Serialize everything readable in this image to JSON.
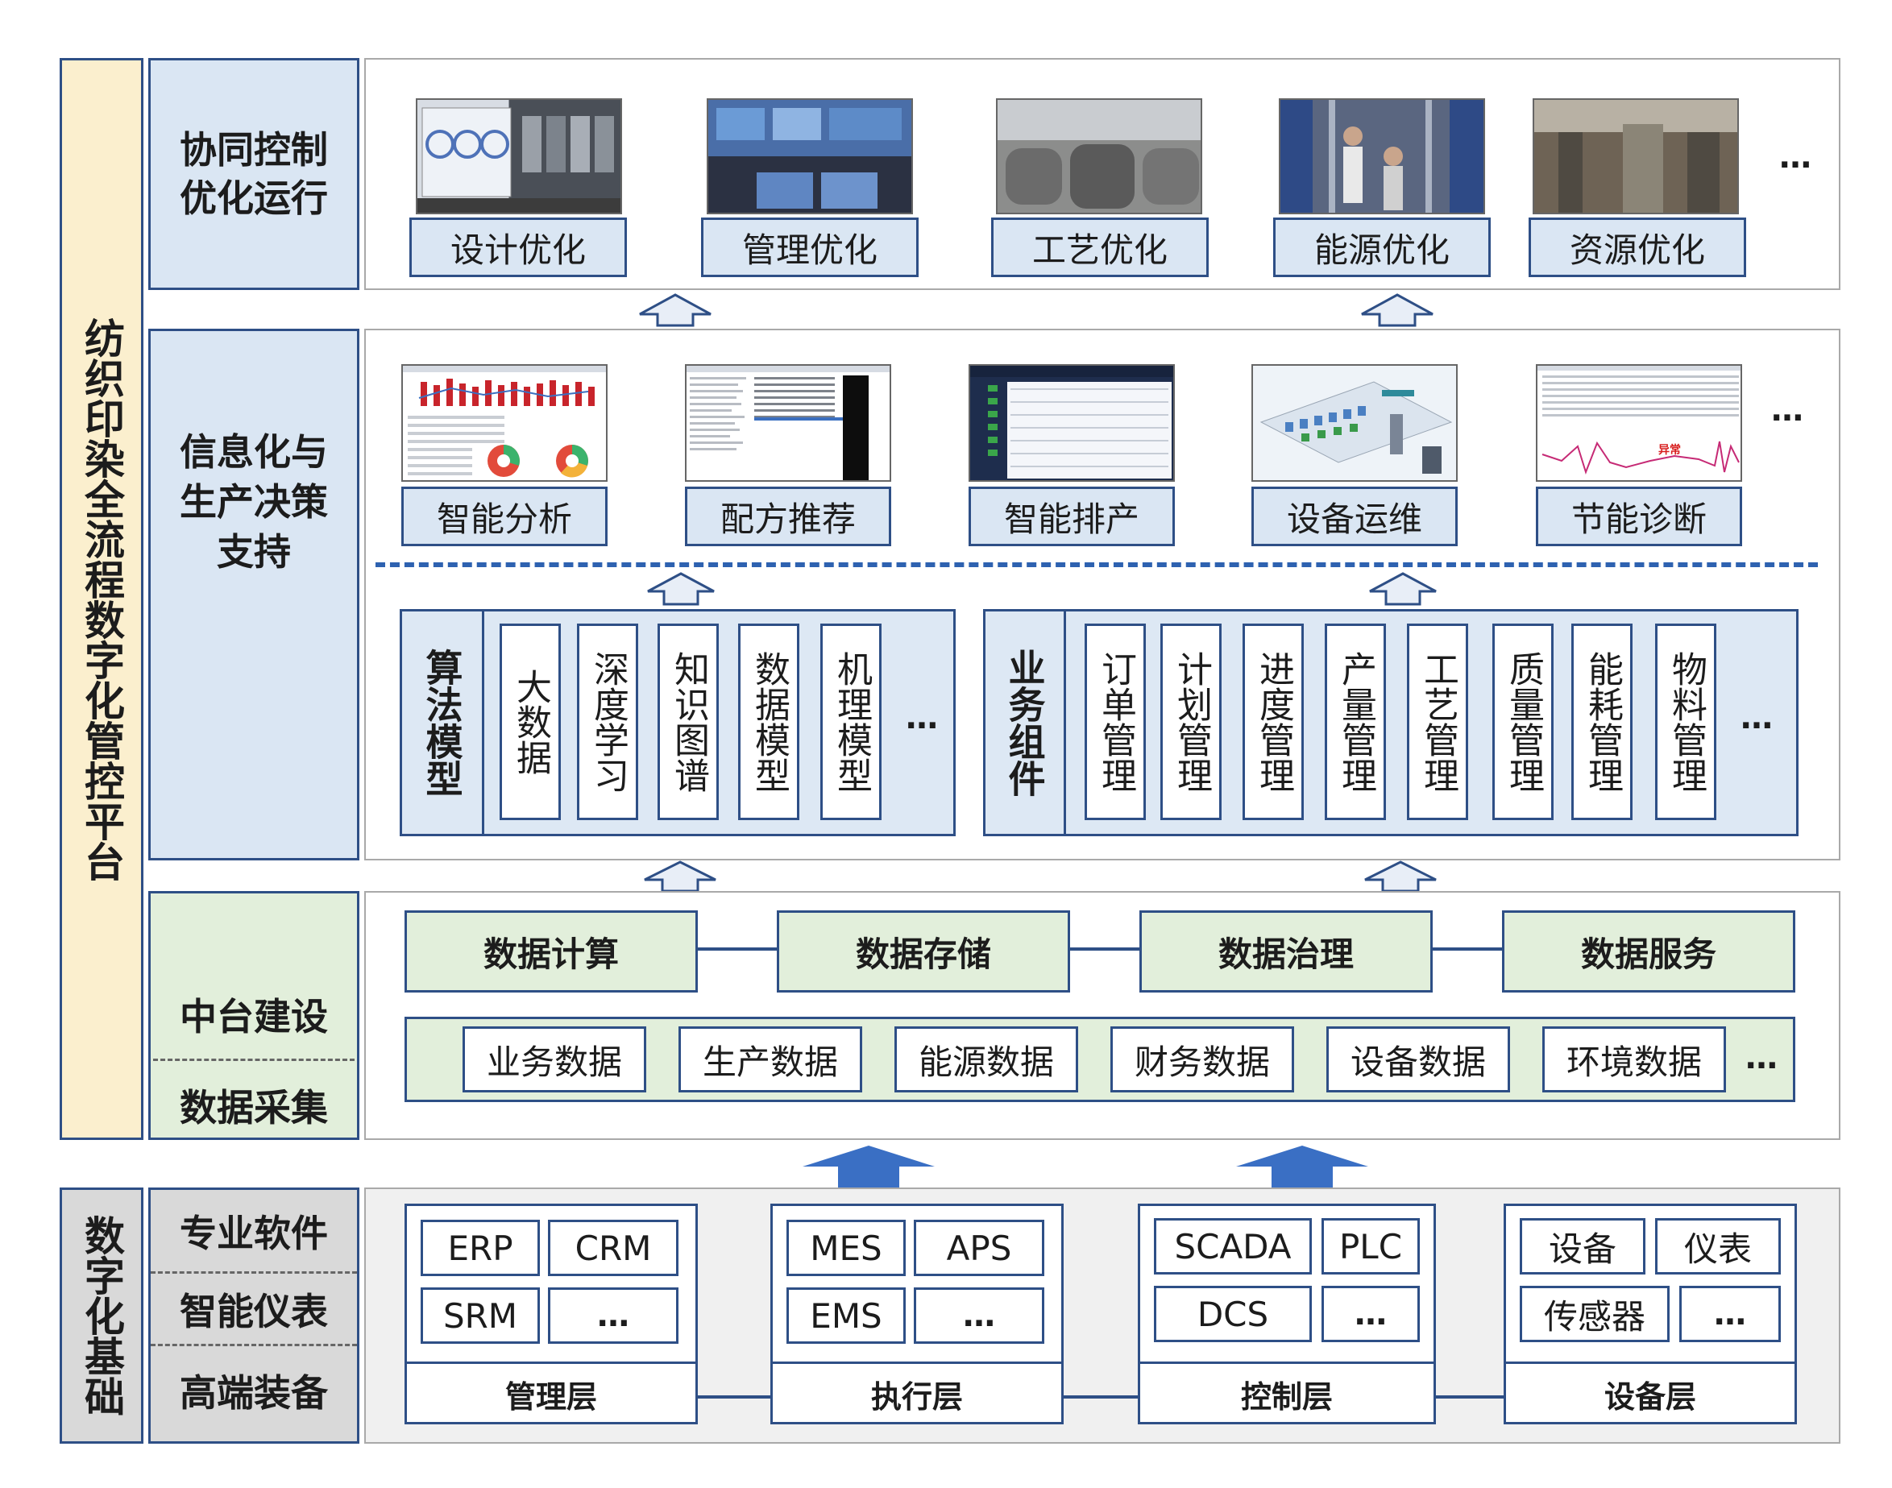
{
  "platform_title": "纺织印染全流程数字化管控平台",
  "digital_base_title": "数字化基础",
  "layers": {
    "coop": "协同控制优化运行",
    "info": "信息化与生产决策支持",
    "middle": "中台建设",
    "collect": "数据采集",
    "software": "专业软件",
    "instrument": "智能仪表",
    "equipment": "高端装备"
  },
  "coop_items": [
    "设计优化",
    "管理优化",
    "工艺优化",
    "能源优化",
    "资源优化"
  ],
  "info_items": [
    "智能分析",
    "配方推荐",
    "智能排产",
    "设备运维",
    "节能诊断"
  ],
  "algo_title": "算法模型",
  "algo_items": [
    "大数据",
    "深度学习",
    "知识图谱",
    "数据模型",
    "机理模型"
  ],
  "biz_title": "业务组件",
  "biz_items": [
    "订单管理",
    "计划管理",
    "进度管理",
    "产量管理",
    "工艺管理",
    "质量管理",
    "能耗管理",
    "物料管理"
  ],
  "data_ops": [
    "数据计算",
    "数据存储",
    "数据治理",
    "数据服务"
  ],
  "data_sources": [
    "业务数据",
    "生产数据",
    "能源数据",
    "财务数据",
    "设备数据",
    "环境数据"
  ],
  "ellipsis": "…",
  "anomaly_label": "异常",
  "base_groups": [
    {
      "name": "管理层",
      "items": [
        "ERP",
        "CRM",
        "SRM",
        "…"
      ]
    },
    {
      "name": "执行层",
      "items": [
        "MES",
        "APS",
        "EMS",
        "…"
      ]
    },
    {
      "name": "控制层",
      "items": [
        "SCADA",
        "PLC",
        "DCS",
        "…"
      ]
    },
    {
      "name": "设备层",
      "items": [
        "设备",
        "仪表",
        "传感器",
        "…"
      ]
    }
  ],
  "colors": {
    "border": "#2e4f86",
    "light_blue": "#dae6f3",
    "light_green": "#e2efdb",
    "beige": "#fbefce",
    "gray": "#d9d9d9",
    "arrow_blue": "#3a6fc4"
  }
}
